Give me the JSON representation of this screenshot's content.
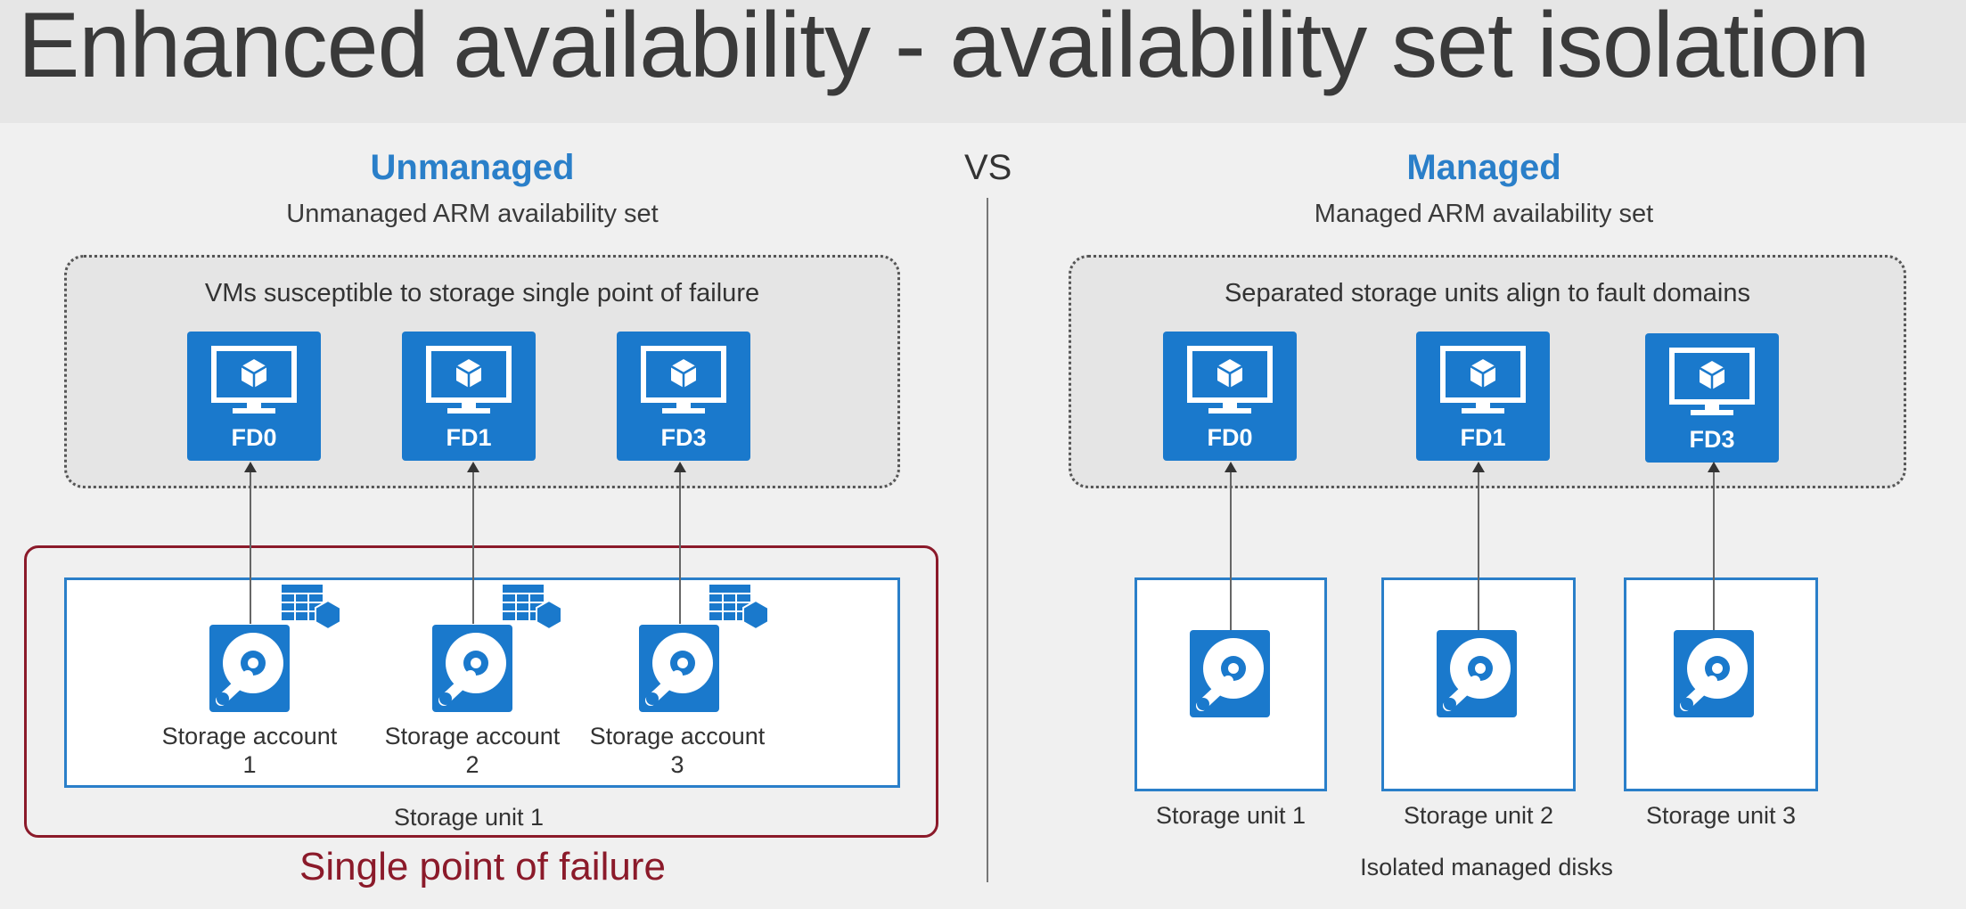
{
  "title": "Enhanced availability - availability set isolation",
  "vs": "VS",
  "unmanaged": {
    "heading": "Unmanaged",
    "subheading": "Unmanaged ARM availability set",
    "vm_box_label": "VMs susceptible to storage single point of failure",
    "vms": [
      "FD0",
      "FD1",
      "FD3"
    ],
    "storage_accounts": [
      "Storage account 1",
      "Storage account 2",
      "Storage account 3"
    ],
    "storage_unit": "Storage unit 1",
    "failure_note": "Single point of failure"
  },
  "managed": {
    "heading": "Managed",
    "subheading": "Managed ARM availability set",
    "vm_box_label": "Separated storage units align to fault domains",
    "vms": [
      "FD0",
      "FD1",
      "FD3"
    ],
    "storage_units": [
      "Storage unit 1",
      "Storage unit 2",
      "Storage unit 3"
    ],
    "footer": "Isolated managed disks"
  },
  "colors": {
    "accent": "#1a79cc",
    "heading": "#2a7fc9",
    "failure": "#8b1a2a"
  }
}
